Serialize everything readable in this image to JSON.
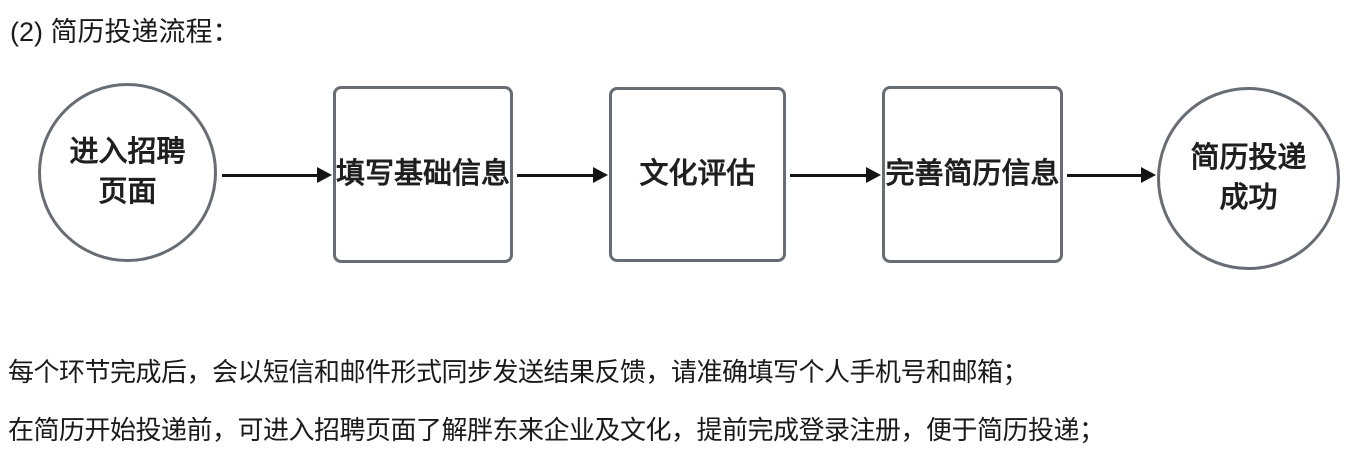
{
  "title": "(2) 简历投递流程：",
  "flow": {
    "nodes": [
      {
        "shape": "circle",
        "label": "进入招聘\n页面"
      },
      {
        "shape": "rect",
        "label": "填写基础信息"
      },
      {
        "shape": "rect",
        "label": "文化评估"
      },
      {
        "shape": "rect",
        "label": "完善简历信息"
      },
      {
        "shape": "circle",
        "label": "简历投递\n成功"
      }
    ],
    "arrows": [
      {
        "from": "进入招聘页面",
        "to": "填写基础信息"
      },
      {
        "from": "填写基础信息",
        "to": "文化评估"
      },
      {
        "from": "文化评估",
        "to": "完善简历信息"
      },
      {
        "from": "完善简历信息",
        "to": "简历投递成功"
      }
    ]
  },
  "notes": {
    "line1": "每个环节完成后，会以短信和邮件形式同步发送结果反馈，请准确填写个人手机号和邮箱；",
    "line2": "在简历开始投递前，可进入招聘页面了解胖东来企业及文化，提前完成登录注册，便于简历投递；"
  },
  "colors": {
    "background": "#ffffff",
    "node_border": "#686d74",
    "arrow": "#141414",
    "text": "#1a1a1a"
  }
}
